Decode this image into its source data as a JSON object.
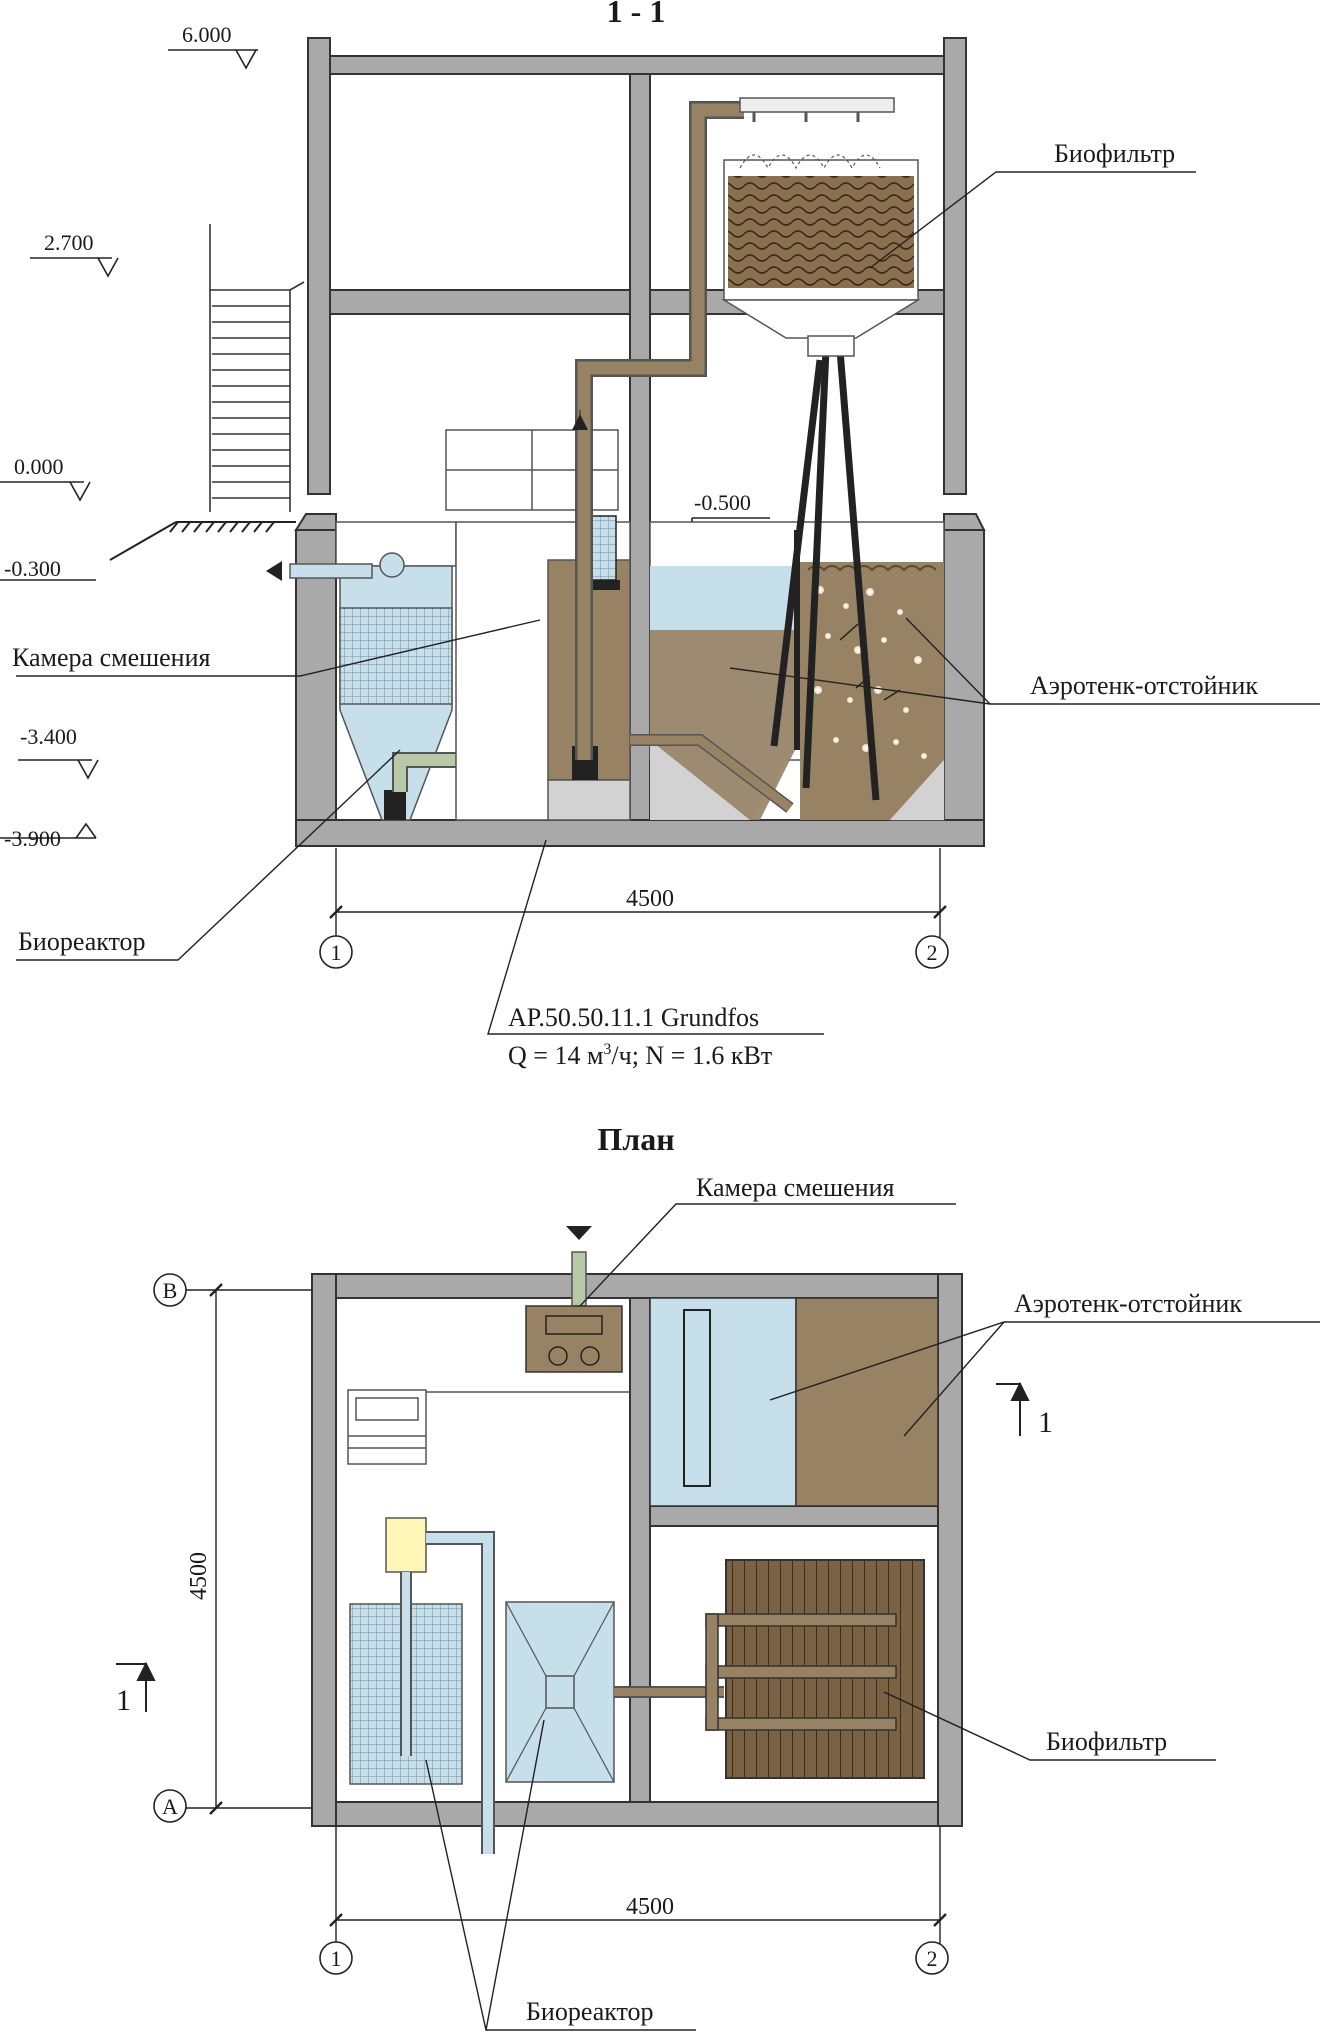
{
  "section": {
    "title": "1 - 1",
    "levels": {
      "l6000": "6.000",
      "l2700": "2.700",
      "l0000": "0.000",
      "lm0300": "-0.300",
      "lm0500": "-0.500",
      "lm3400": "-3.400",
      "lm3900": "-3.900"
    },
    "labels": {
      "biofilter": "Биофильтр",
      "mixing_chamber": "Камера смешения",
      "aerotank": "Аэротенк-отстойник",
      "bioreactor": "Биореактор"
    },
    "pump": {
      "model": "AP.50.50.11.1 Grundfos",
      "spec_q": "Q = 14 м",
      "spec_sup": "3",
      "spec_rest": "/ч; N = 1.6 кВт"
    },
    "dimension": "4500",
    "axis_1": "1",
    "axis_2": "2"
  },
  "plan": {
    "title": "План",
    "labels": {
      "mixing_chamber": "Камера смешения",
      "aerotank": "Аэротенк-отстойник",
      "biofilter": "Биофильтр",
      "bioreactor": "Биореактор"
    },
    "dimension_h": "4500",
    "dimension_v": "4500",
    "axis_b": "В",
    "axis_a": "А",
    "axis_1": "1",
    "axis_2": "2",
    "cut_mark": "1"
  },
  "colors": {
    "wall": "#a9a9a9",
    "water": "#c6dfea",
    "sludge": "#978263",
    "pipe": "#b8b89a",
    "biofilter": "#7a6245"
  }
}
